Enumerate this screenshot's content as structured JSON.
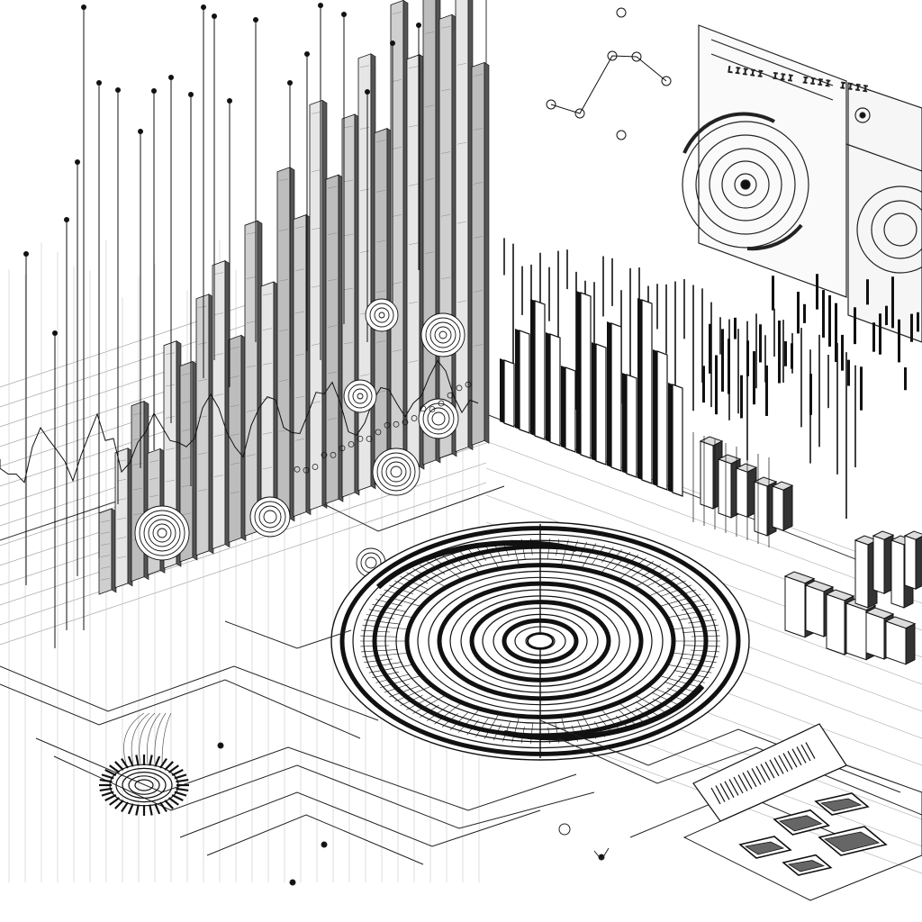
{
  "illustration": {
    "style": "monochrome isometric pen-and-ink sketch",
    "ink_color": "#111111",
    "paper_color": "#ffffff",
    "elements": [
      "left-wall-spike-bars",
      "right-wall-white-bars",
      "central-concentric-dial",
      "right-3d-column-blocks",
      "back-panel-gauges",
      "floor-circuit-traces",
      "small-gear-ring",
      "microchip-tiles",
      "hatched-card"
    ]
  }
}
